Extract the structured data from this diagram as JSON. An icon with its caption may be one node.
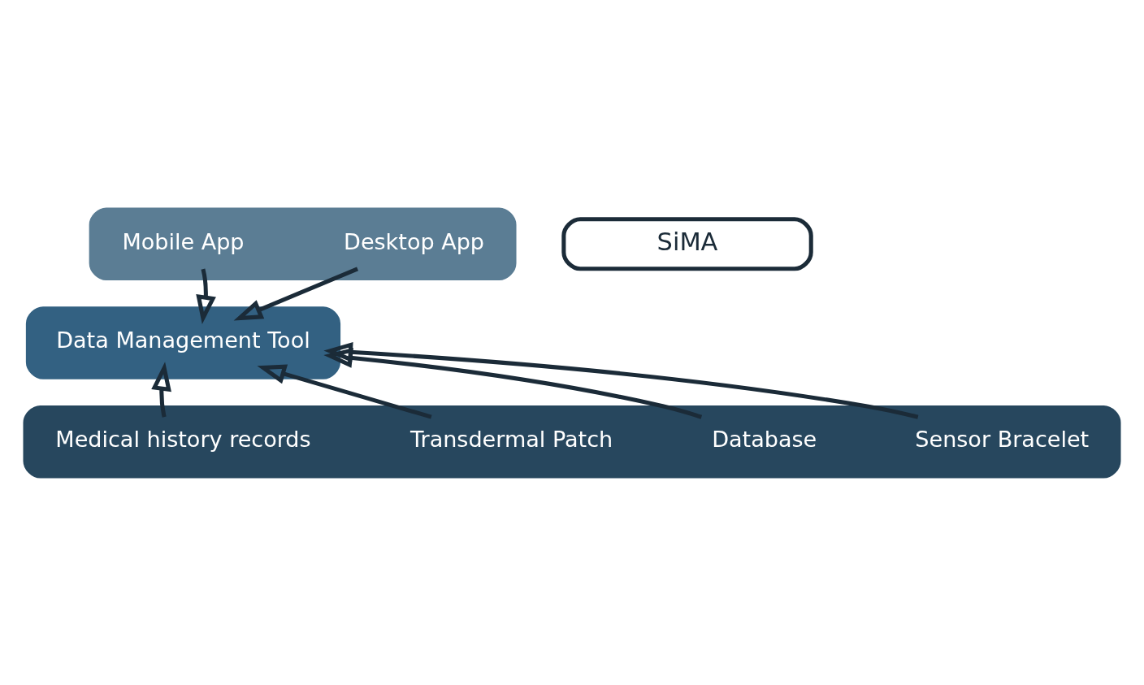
{
  "diagram": {
    "nodes": [
      {
        "text": [],
        "shape": "bar"
      },
      {
        "text": [],
        "shape": "bar"
      },
      {
        "text": [],
        "shape": "bar"
      },
      {
        "text": [
          "Mobile App"
        ],
        "in": 0
      },
      {
        "text": [
          "Desktop App"
        ],
        "in": 0
      },
      {
        "text": [
          "Data Management Tool"
        ],
        "in": 1
      },
      {
        "text": [
          "Medical history records"
        ],
        "in": 2
      },
      {
        "text": [
          "Transdermal Patch"
        ],
        "in": 2
      },
      {
        "text": [
          "Database"
        ],
        "in": 2
      },
      {
        "text": [
          "Sensor Bracelet"
        ],
        "in": 2
      },
      {
        "text": [
          "SiMA"
        ]
      }
    ],
    "edges": [
      {
        "from": 3,
        "to": 5,
        "arrow": "to"
      },
      {
        "from": 4,
        "to": 5,
        "arrow": "to"
      },
      {
        "from": 6,
        "to": 5,
        "arrow": "to"
      },
      {
        "from": 7,
        "to": 5,
        "arrow": "to"
      },
      {
        "from": 8,
        "to": 5,
        "arrow": "to"
      },
      {
        "from": 9,
        "to": 5,
        "arrow": "to"
      }
    ]
  }
}
